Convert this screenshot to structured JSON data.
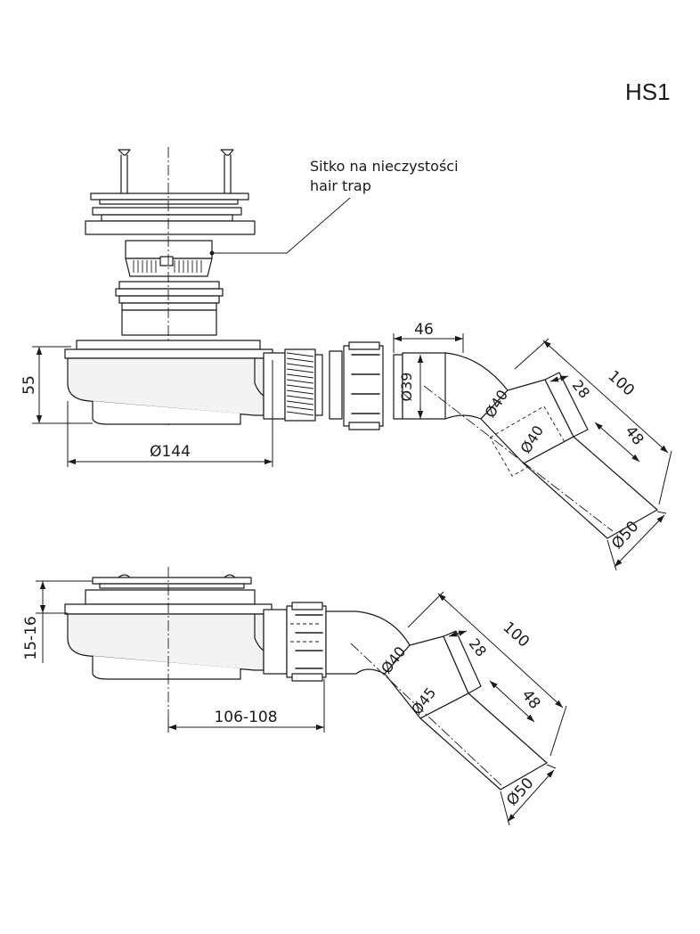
{
  "title": "HS1",
  "callout": {
    "line1": "Sitko na nieczystości",
    "line2": "hair trap"
  },
  "top_view": {
    "height": "55",
    "body_diameter": "Ø144",
    "offset": "46",
    "inlet_diameter": "Ø39",
    "elbow_diameter": "Ø40",
    "inner_diameter": "Ø40",
    "socket_length": "28",
    "overall_length": "100",
    "outlet_length": "48",
    "outlet_diameter": "Ø50"
  },
  "bottom_view": {
    "height": "15-16",
    "center_to_outlet": "106-108",
    "elbow_diameter": "Ø40",
    "inner_diameter": "Ø45",
    "socket_length": "28",
    "overall_length": "100",
    "outlet_length": "48",
    "outlet_diameter": "Ø50"
  }
}
